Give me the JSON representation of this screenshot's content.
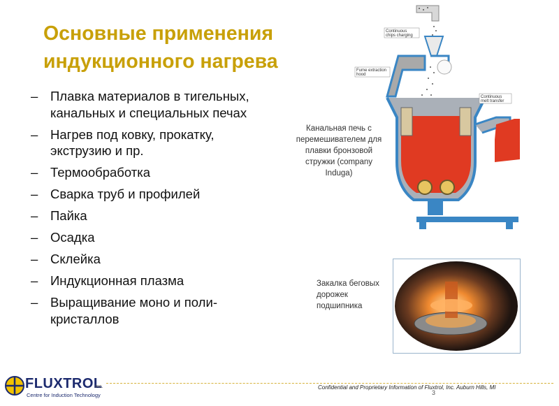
{
  "slide": {
    "title_line1": "Основные применения",
    "title_line2": "индукционного нагрева",
    "bullets": [
      "Плавка материалов в тигельных, канальных и специальных печах",
      "Нагрев под ковку, прокатку, экструзию и пр.",
      "Термообработка",
      "Сварка труб и профилей",
      "Пайка",
      "Осадка",
      "Склейка",
      "Индукционная плазма",
      "Выращивание моно и поли-кристаллов"
    ],
    "caption_furnace": "Канальная печь с перемешивателем для плавки бронзовой стружки (company Induga)",
    "caption_photo": "Закалка беговых дорожек подшипника"
  },
  "diagram_labels": {
    "chips": [
      "Continuous",
      "chips charging"
    ],
    "fume": [
      "Fume extraction",
      "hood"
    ],
    "melt": [
      "Continuous",
      "melt transfer"
    ]
  },
  "footer": {
    "logo_name": "FLUXTROL",
    "logo_inc": "Inc.",
    "logo_tagline": "Centre for Induction Technology",
    "confidential": "Confidential and Proprietary Information of Fluxtrol, Inc. Auburn Hills, MI",
    "page_number": "3"
  },
  "colors": {
    "title": "#c8a008",
    "furnace_steel": "#3a86c4",
    "melt": "#e03a22",
    "footer_rule": "#d6b23a"
  }
}
